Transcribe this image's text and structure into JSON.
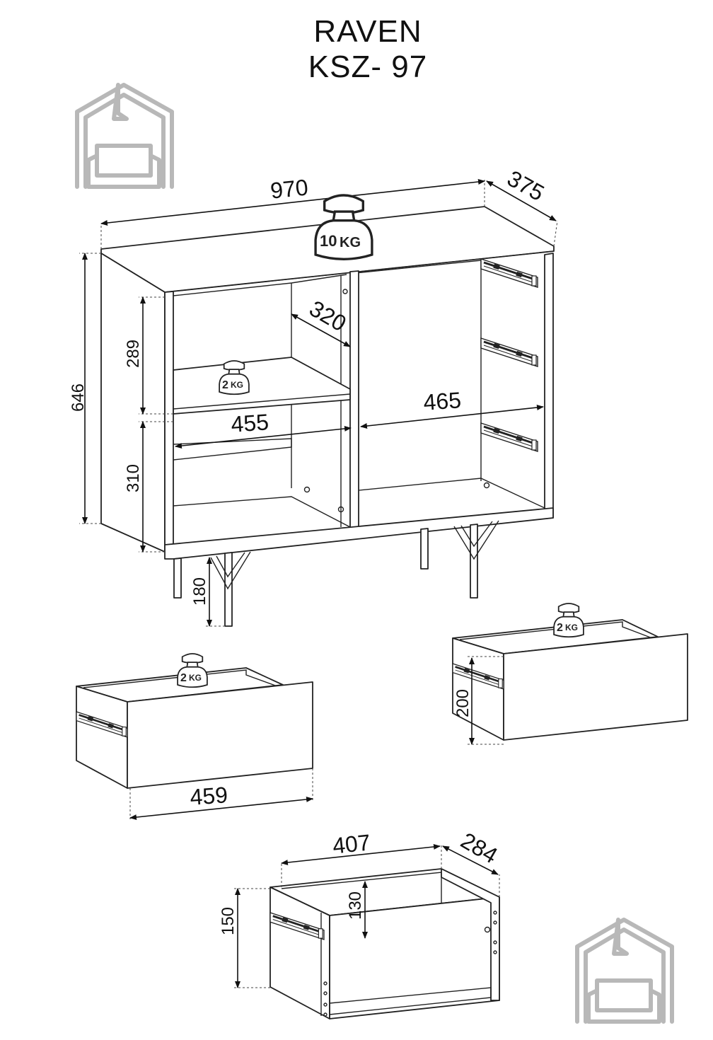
{
  "header": {
    "title_line1": "RAVEN",
    "title_line2": "KSZ- 97"
  },
  "dimensions": {
    "width": "970",
    "depth": "375",
    "height": "646",
    "upper_compartment_height": "289",
    "lower_compartment_height": "310",
    "shelf_depth": "320",
    "left_compartment_width": "455",
    "right_compartment_width": "465",
    "leg_height": "180",
    "drawer_front_width": "459",
    "drawer_front_height": "200",
    "drawer_box_width": "407",
    "drawer_box_depth": "284",
    "drawer_box_height": "150",
    "drawer_inner_height": "130"
  },
  "weights": {
    "top_load": {
      "num": "10",
      "unit": "KG"
    },
    "shelf_load": {
      "num": "2",
      "unit": "KG"
    },
    "drawer_left_load": {
      "num": "2",
      "unit": "KG"
    },
    "drawer_right_load": {
      "num": "2",
      "unit": "KG"
    }
  },
  "icons": [
    "house-sofa-logo-icon",
    "weight-icon",
    "drawer-slide-icon"
  ],
  "colors": {
    "line": "#222222",
    "logo": "#b8b8b8",
    "background": "#ffffff"
  }
}
